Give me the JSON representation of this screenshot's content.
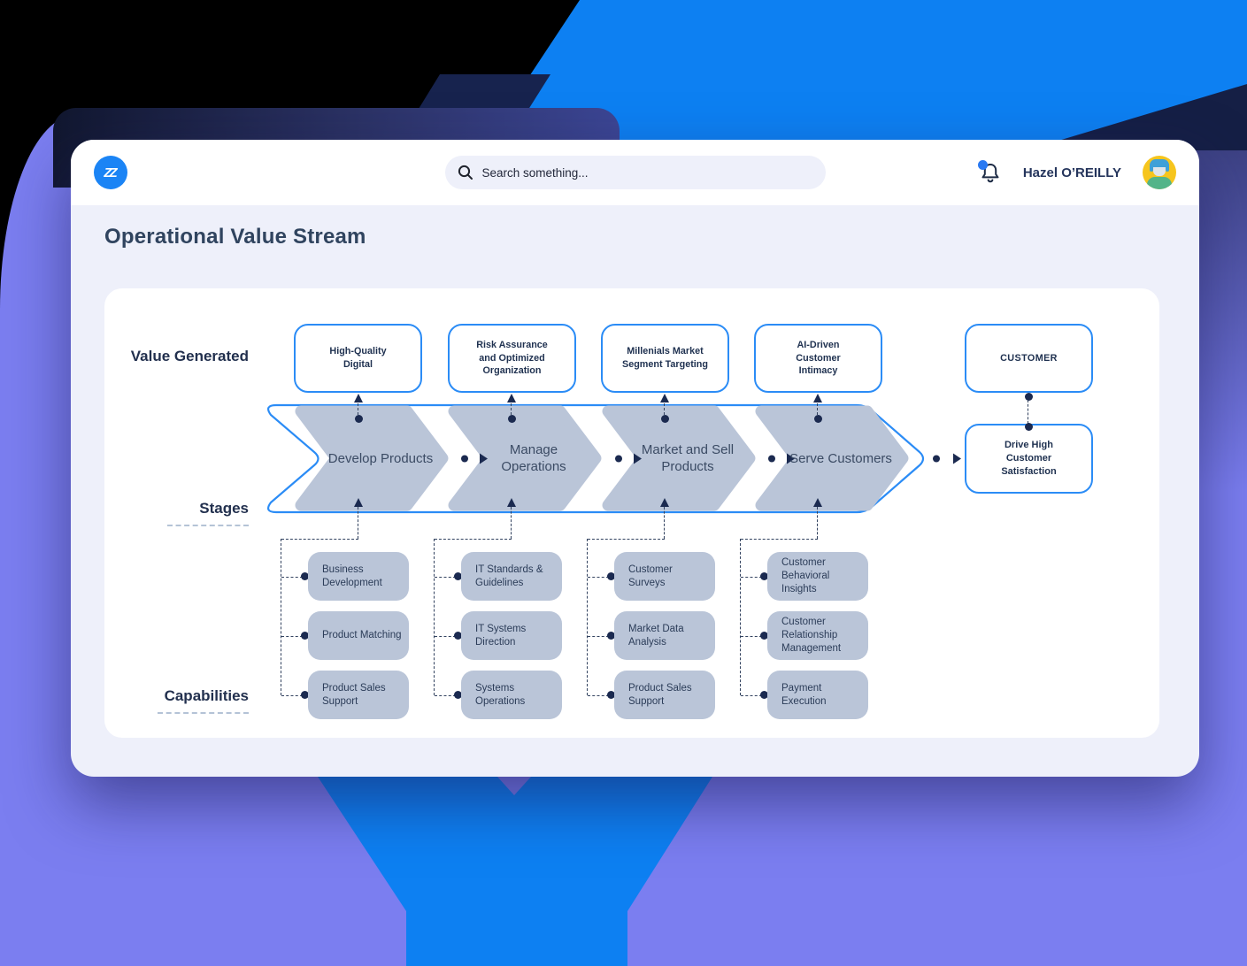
{
  "theme": {
    "accent_blue": "#2b8cf6",
    "bright_blue": "#0d80f2",
    "navy": "#1b2a50",
    "purple": "#7b7ef0",
    "shape_gray": "#bac5d8",
    "content_bg": "#eef0fa"
  },
  "header": {
    "logo_text": "ZZ",
    "search_placeholder": "Search something...",
    "user_name": "Hazel O’REILLY"
  },
  "page": {
    "title": "Operational Value Stream"
  },
  "diagram": {
    "labels": {
      "value_generated": "Value Generated",
      "stages": "Stages",
      "capabilities": "Capabilities"
    },
    "value_boxes": [
      "High-Quality Digital",
      "Risk Assurance and Optimized Organization",
      "Millenials Market Segment Targeting",
      "AI-Driven Customer Intimacy"
    ],
    "customer_label": "CUSTOMER",
    "stages": [
      "Develop Products",
      "Manage Operations",
      "Market and Sell Products",
      "Serve Customers"
    ],
    "outcome_label": "Drive High Customer Satisfaction",
    "capability_columns": [
      [
        "Business Development",
        "Product Matching",
        "Product Sales Support"
      ],
      [
        "IT Standards & Guidelines",
        "IT Systems Direction",
        "Systems Operations"
      ],
      [
        "Customer Surveys",
        "Market Data Analysis",
        "Product Sales Support"
      ],
      [
        "Customer Behavioral Insights",
        "Customer Relationship Management",
        "Payment Execution"
      ]
    ]
  }
}
